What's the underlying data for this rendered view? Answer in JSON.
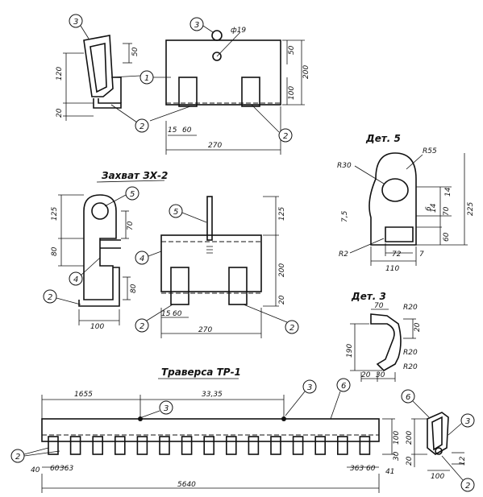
{
  "titles": {
    "zahvat": "Захват ЗХ-2",
    "det5": "Дет. 5",
    "det3": "Дет. 3",
    "traversa": "Траверса ТР-1"
  },
  "callouts": {
    "c1": "1",
    "c2": "2",
    "c3": "3",
    "c4": "4",
    "c5": "5",
    "c6": "6"
  },
  "dims": {
    "d19": "ф19",
    "d270": "270",
    "d15": "15",
    "d60": "60",
    "d50": "50",
    "d200": "200",
    "d100": "100",
    "d120": "120",
    "d70": "70",
    "d125": "125",
    "d80": "80",
    "d225": "225",
    "d20": "20",
    "d30": "30",
    "d110": "110",
    "d72": "72",
    "d7": "7",
    "d14": "14",
    "d6": "6",
    "d7_5": "7,5",
    "r30": "R30",
    "r55": "R55",
    "r2": "R2",
    "r20": "R20",
    "d1655": "1655",
    "d3335": "33,35",
    "d5640": "5640",
    "d40": "40",
    "d363": "363",
    "d41": "41",
    "d12": "12",
    "d190": "190"
  }
}
